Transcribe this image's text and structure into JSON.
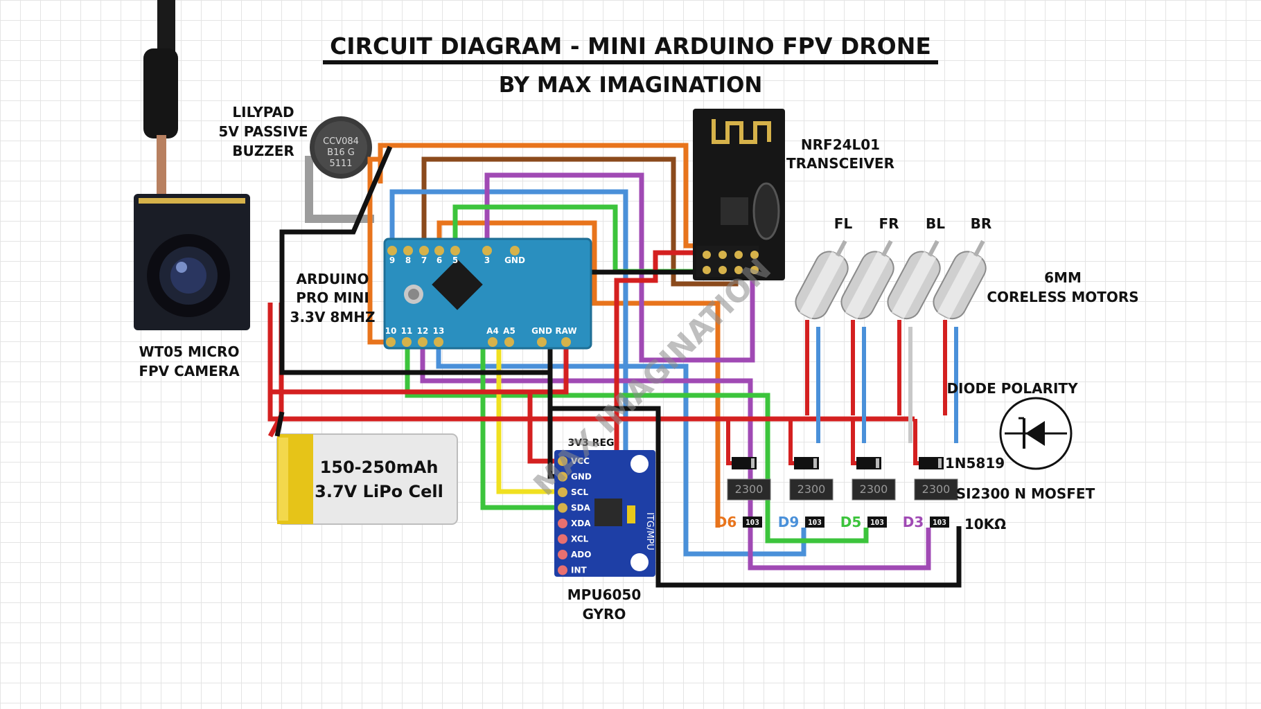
{
  "title": "CIRCUIT DIAGRAM - MINI ARDUINO FPV DRONE",
  "subtitle": "BY MAX IMAGINATION",
  "watermark": "MAX IMAGINATION",
  "labels": {
    "buzzer": [
      "LILYPAD",
      "5V PASSIVE",
      "BUZZER"
    ],
    "buzzer_marking": [
      "CCV084",
      "B16  G",
      "5111"
    ],
    "transceiver": [
      "NRF24L01",
      "TRANSCEIVER"
    ],
    "arduino": [
      "ARDUINO",
      "PRO MINI",
      "3.3V 8MHZ"
    ],
    "camera": [
      "WT05 MICRO",
      "FPV CAMERA"
    ],
    "battery": [
      "150-250mAh",
      "3.7V LiPo Cell"
    ],
    "reg": "3V3 REG",
    "gyro": [
      "MPU6050",
      "GYRO"
    ],
    "motors": [
      "6MM",
      "CORELESS MOTORS"
    ],
    "diode_polarity": "DIODE POLARITY",
    "diode": "1N5819",
    "mosfet": "SI2300 N MOSFET",
    "resistor": "10KΩ"
  },
  "motor_names": [
    "FL",
    "FR",
    "BL",
    "BR"
  ],
  "drive_pins": [
    {
      "label": "D6",
      "color": "#e8741c"
    },
    {
      "label": "D9",
      "color": "#4a90d9"
    },
    {
      "label": "D5",
      "color": "#3cc43c"
    },
    {
      "label": "D3",
      "color": "#a04ab4"
    }
  ],
  "mosfet_marking": "2300",
  "resistor_marking": "103",
  "arduino_pins_top": [
    "9",
    "8",
    "7",
    "6",
    "5",
    "3",
    "GND"
  ],
  "arduino_pins_bottom": [
    "10",
    "11",
    "12",
    "13",
    "A4",
    "A5",
    "GND",
    "RAW"
  ],
  "gyro_pins": [
    "VCC",
    "GND",
    "SCL",
    "SDA",
    "XDA",
    "XCL",
    "ADO",
    "INT"
  ],
  "gyro_marking": "ITG/MPU",
  "colors": {
    "red": "#d42020",
    "black": "#111111",
    "orange": "#e8741c",
    "brown": "#8b4a1c",
    "blue": "#4a90d9",
    "green": "#3cc43c",
    "purple": "#a04ab4",
    "yellow": "#f0e020",
    "gray": "#a0a0a0"
  }
}
